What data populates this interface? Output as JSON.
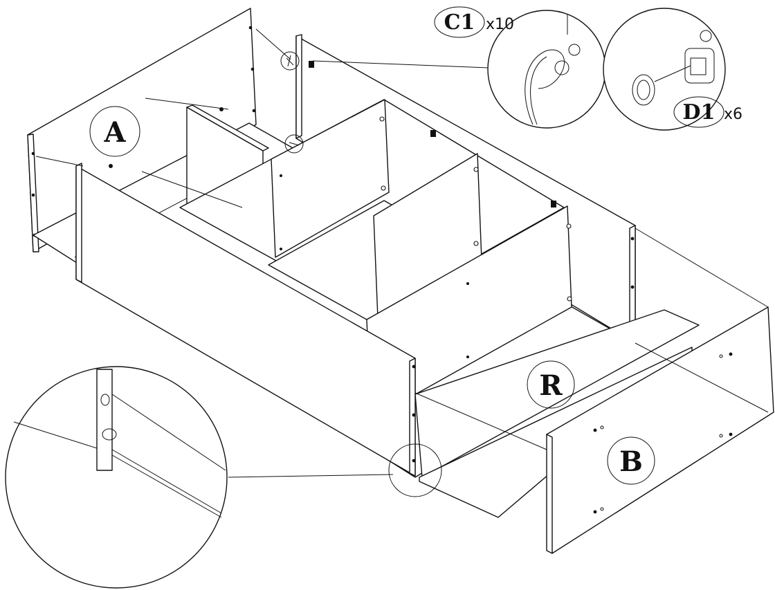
{
  "diagram": {
    "panels": {
      "a": "A",
      "r": "R",
      "b": "B"
    },
    "hardware": [
      {
        "code": "C1",
        "quantity": "x10"
      },
      {
        "code": "D1",
        "quantity": "x6"
      }
    ]
  }
}
